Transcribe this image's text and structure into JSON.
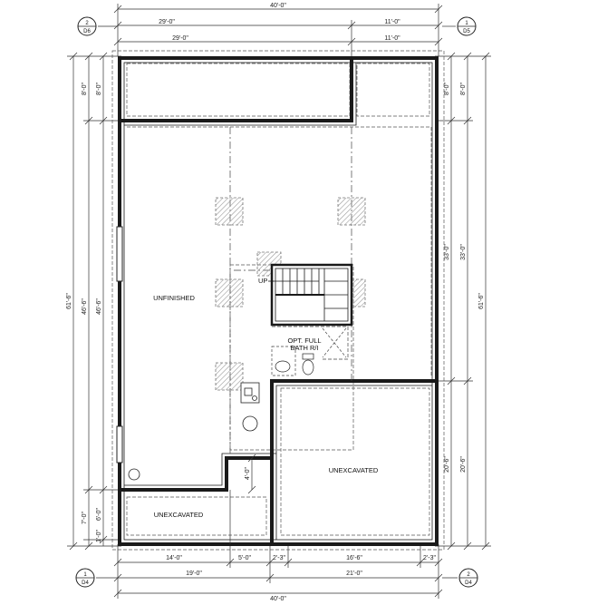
{
  "rooms": {
    "unfinished": "UNFINISHED",
    "unexcavated_right": "UNEXCAVATED",
    "unexcavated_left": "UNEXCAVATED",
    "bath_line1": "OPT. FULL",
    "bath_line2": "BATH R/I",
    "stair_up": "UP"
  },
  "dims_top": {
    "overall": "40'-0\"",
    "left_1": "29'-0\"",
    "right_1": "11'-0\"",
    "left_2": "29'-0\"",
    "right_2": "11'-0\""
  },
  "dims_bottom": {
    "seg_1": "14'-0\"",
    "seg_2": "5'-0\"",
    "seg_3": "2'-3\"",
    "seg_4": "16'-6\"",
    "seg_5": "2'-3\"",
    "left_2": "19'-0\"",
    "right_2": "21'-0\"",
    "overall": "40'-0\""
  },
  "dims_left": {
    "overall": "61'-6\"",
    "top_a": "8'-0\"",
    "top_b": "8'-0\"",
    "mid_a": "46'-6\"",
    "mid_b": "46'-6\"",
    "lower_a": "6'-0\"",
    "lower_b": "7'-0\"",
    "bottom": "1'-0\""
  },
  "dims_right": {
    "overall": "61'-6\"",
    "top_a": "8'-0\"",
    "top_b": "8'-0\"",
    "mid_a": "33'-0\"",
    "mid_b": "33'-0\"",
    "low_a": "20'-6\"",
    "low_b": "20'-6\""
  },
  "dims_inner": {
    "step": "4'-0\""
  },
  "section_tags": {
    "top_left": {
      "num": "2",
      "sheet": "D6"
    },
    "top_right": {
      "num": "1",
      "sheet": "D5"
    },
    "bottom_left": {
      "num": "1",
      "sheet": "D4"
    },
    "bottom_right": {
      "num": "2",
      "sheet": "D4"
    }
  }
}
